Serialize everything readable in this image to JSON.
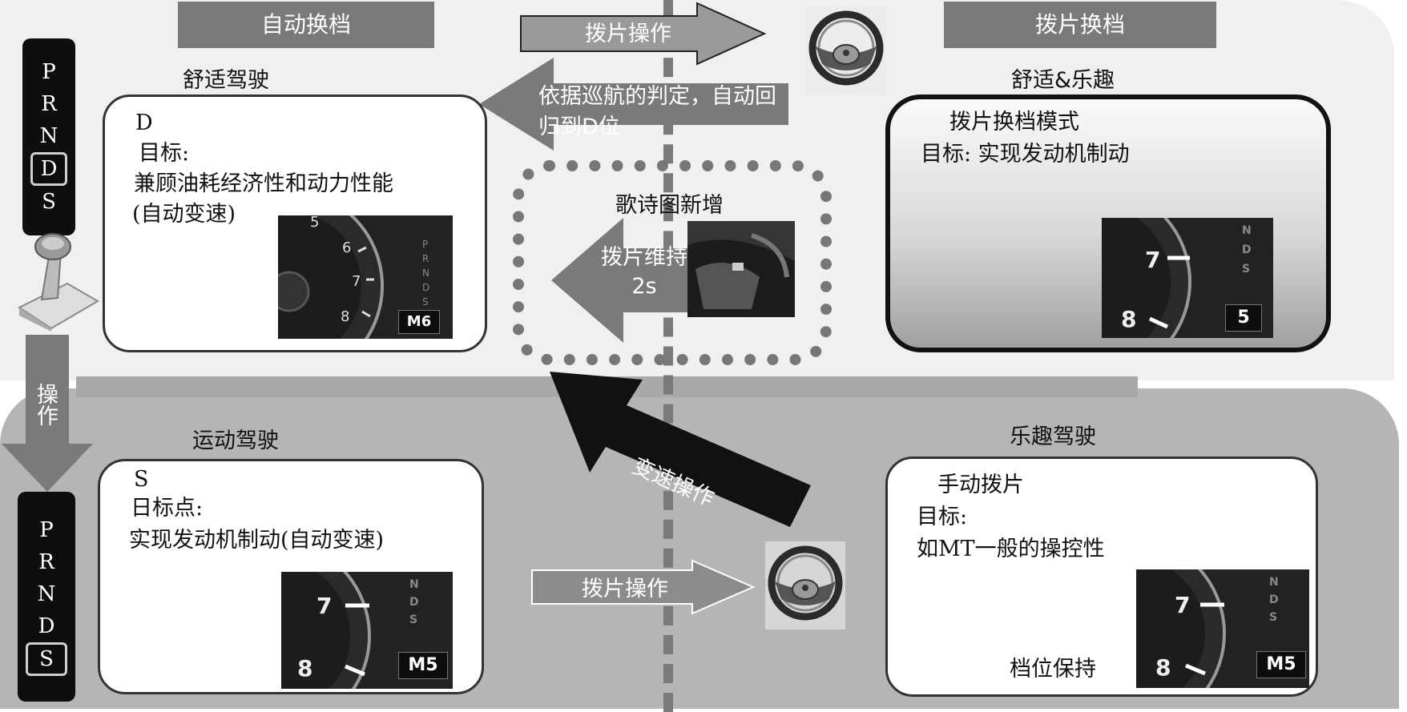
{
  "headers": {
    "auto_shift": "自动换档",
    "paddle_shift": "拨片换档"
  },
  "arrows": {
    "top_paddle_op": "拨片操作",
    "cruise_return": "依据巡航的判定，自动回归到D位",
    "paddle_hold": "拨片维持2s",
    "shift_op": "变速操作",
    "bottom_paddle_op": "拨片操作",
    "operate": "操作"
  },
  "modes": {
    "comfort": {
      "label": "舒适驾驶",
      "gear": "D",
      "goal_label": "目标:",
      "goal_line1": "兼顾油耗经济性和动力性能",
      "goal_line2": "(自动变速)",
      "display_gear": "M6"
    },
    "comfort_fun": {
      "label": "舒适&乐趣",
      "title": "拨片换档模式",
      "goal": "目标: 实现发动机制动",
      "display_gear": "5"
    },
    "sport": {
      "label": "运动驾驶",
      "gear": "S",
      "goal_label": "日标点:",
      "goal_line1": "实现发动机制动(自动变速)",
      "display_gear": "M5"
    },
    "fun": {
      "label": "乐趣驾驶",
      "title": "手动拨片",
      "goal_label": "目标:",
      "goal_line1": "如MT一般的操控性",
      "note": "档位保持",
      "display_gear": "M5"
    }
  },
  "center_panel": {
    "title": "歌诗图新增"
  },
  "prnds": [
    "P",
    "R",
    "N",
    "D",
    "S"
  ],
  "colors": {
    "header_bg": "#7a7a7a",
    "bottom_bg": "#b5b5b5",
    "arrow_dark": "#111111",
    "arrow_gray": "#7a7a7a"
  }
}
